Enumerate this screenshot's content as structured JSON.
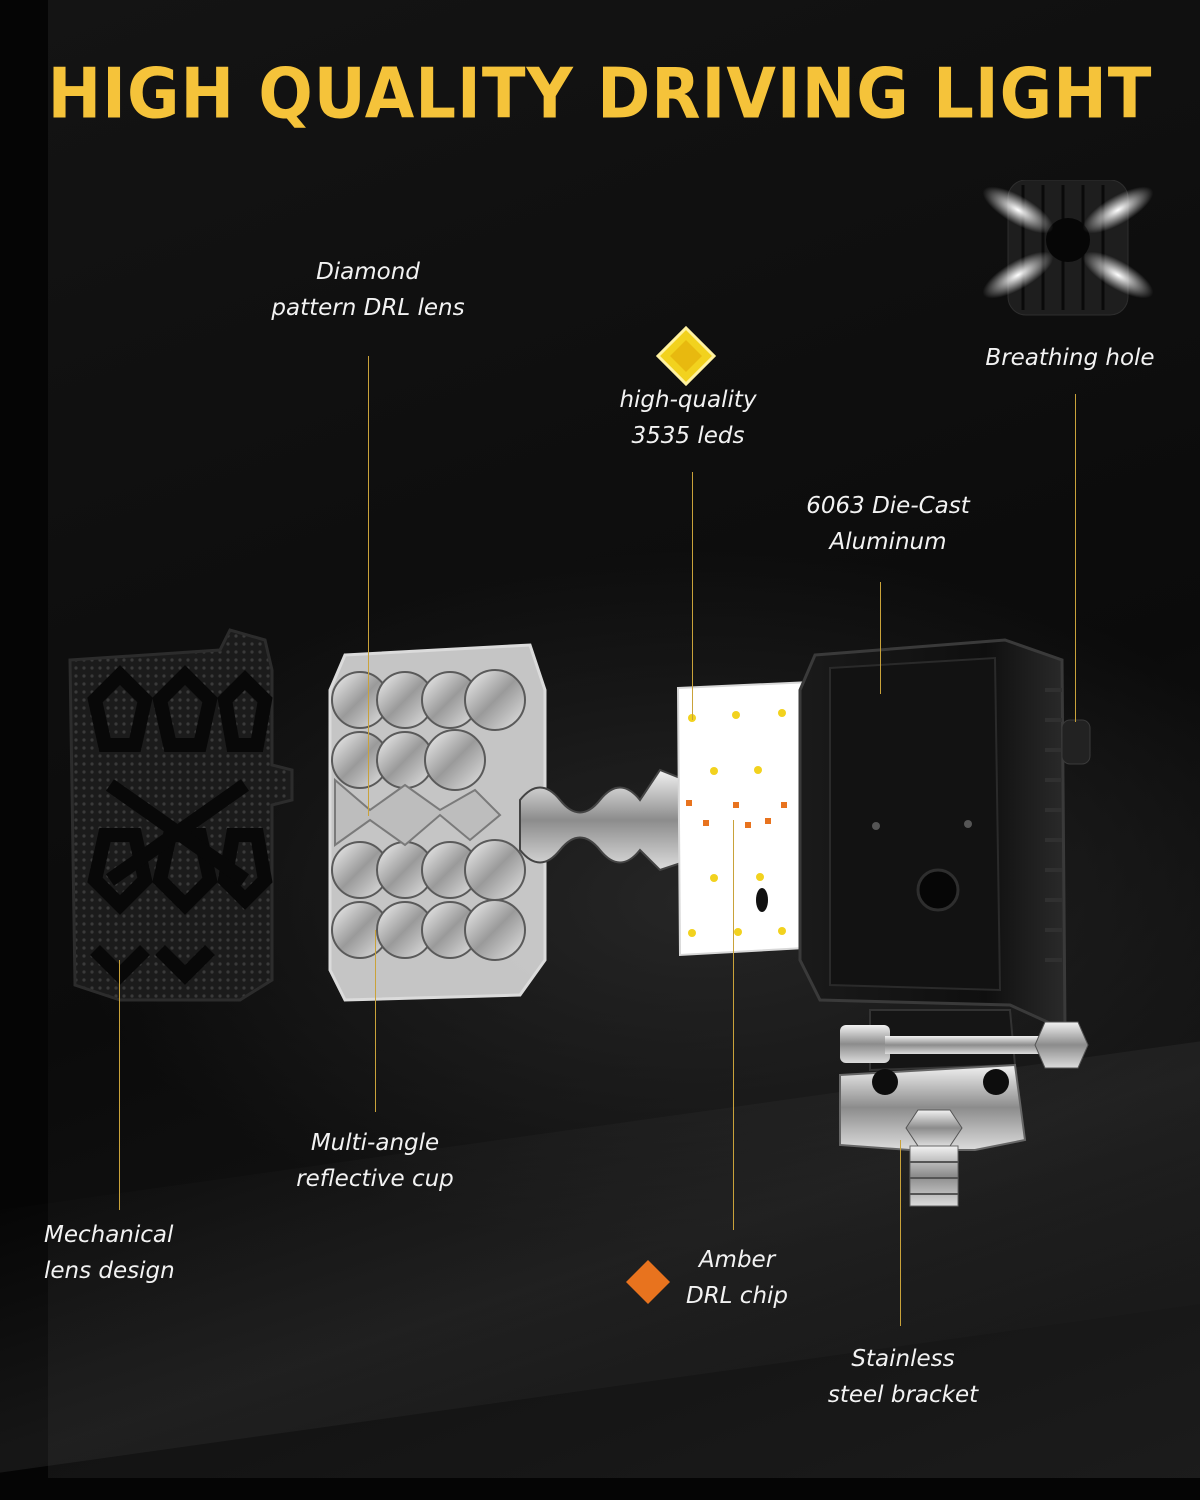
{
  "title": "HIGH QUALITY DRIVING LIGHT",
  "colors": {
    "accent": "#f5c33a",
    "amber": "#e8731e",
    "led_yellow": "#f2d21e"
  },
  "callouts": {
    "diamond_lens": [
      "Diamond",
      "pattern DRL lens"
    ],
    "leds": [
      "high-quality",
      "3535 leds"
    ],
    "breathing_hole": [
      "Breathing hole"
    ],
    "die_cast": [
      "6063 Die-Cast",
      "Aluminum"
    ],
    "reflective_cup": [
      "Multi-angle",
      "reflective cup"
    ],
    "mechanical_lens": [
      "Mechanical",
      "lens design"
    ],
    "amber_chip": [
      "Amber",
      "DRL chip"
    ],
    "bracket": [
      "Stainless",
      "steel bracket"
    ]
  },
  "icons": {
    "led": "led-chip-icon",
    "amber": "amber-chip-icon",
    "breathing": "breathing-hole-icon"
  }
}
